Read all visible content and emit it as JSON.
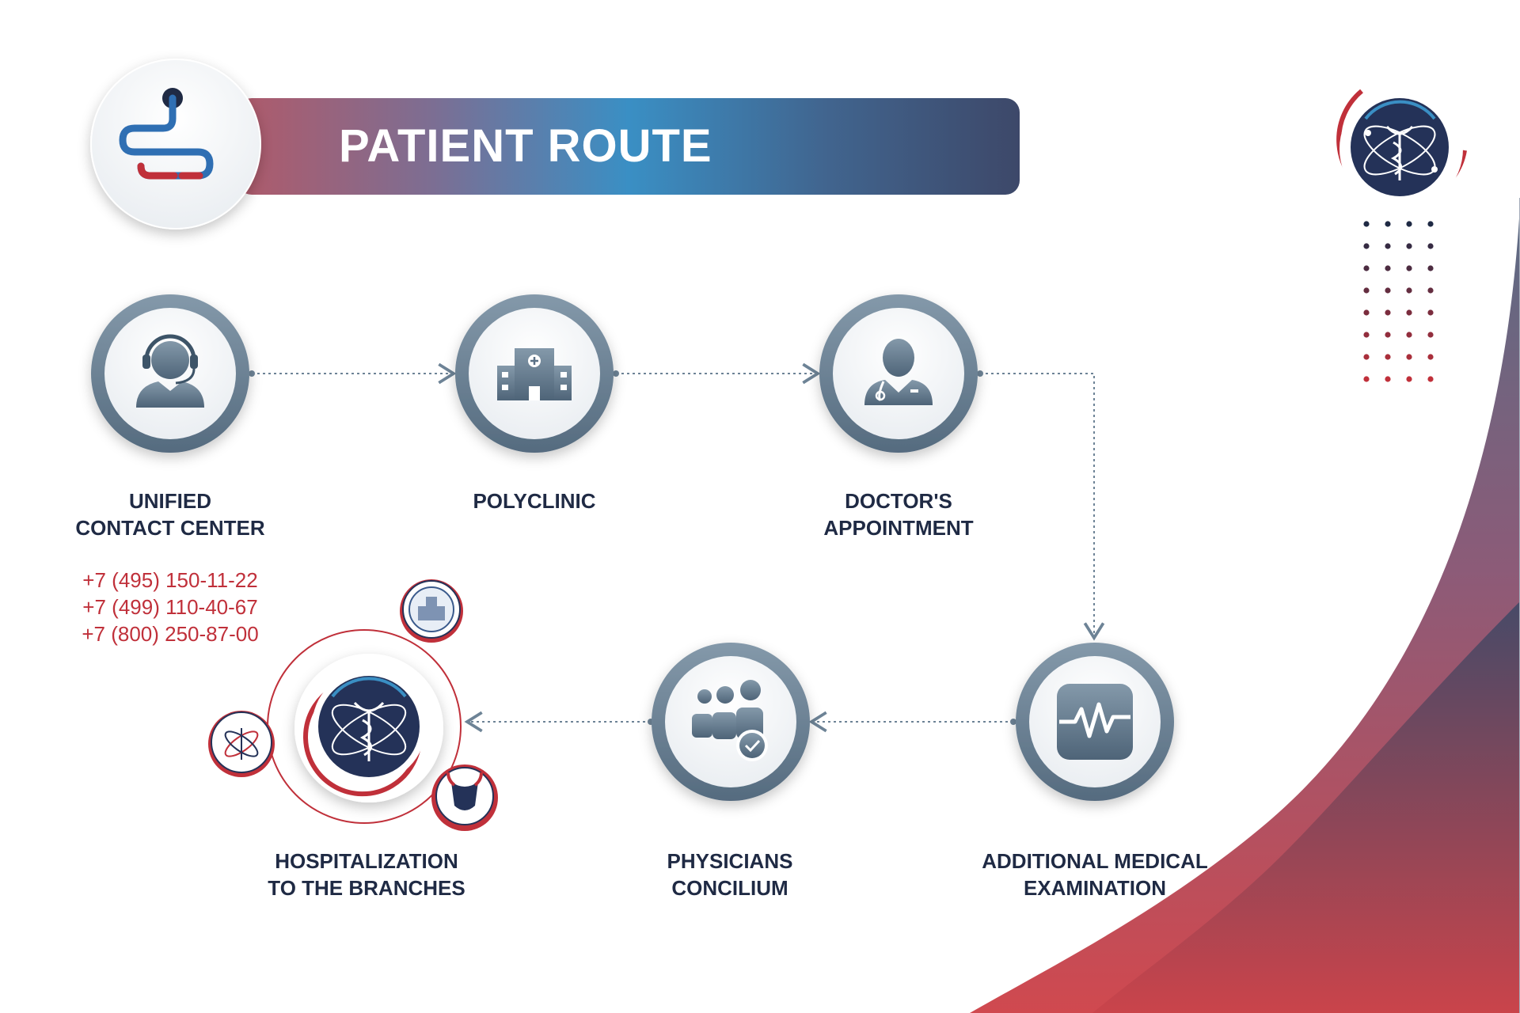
{
  "header": {
    "title": "PATIENT ROUTE",
    "route_icon": "route-path-icon"
  },
  "steps": [
    {
      "lines": [
        "UNIFIED",
        "CONTACT CENTER"
      ],
      "icon": "headset-operator-icon"
    },
    {
      "lines": [
        "POLYCLINIC"
      ],
      "icon": "hospital-building-icon"
    },
    {
      "lines": [
        "DOCTOR'S",
        "APPOINTMENT"
      ],
      "icon": "doctor-stethoscope-icon"
    },
    {
      "lines": [
        "ADDITIONAL MEDICAL",
        "EXAMINATION"
      ],
      "icon": "heart-monitor-icon"
    },
    {
      "lines": [
        "PHYSICIANS",
        "CONCILIUM"
      ],
      "icon": "group-checkmark-icon"
    },
    {
      "lines": [
        "HOSPITALIZATION",
        "TO THE BRANCHES"
      ],
      "icon": "hospital-emblem-icon"
    }
  ],
  "contact": {
    "phones": [
      "+7 (495) 150-11-22",
      "+7 (499) 110-40-67",
      "+7 (800) 250-87-00"
    ]
  },
  "colors": {
    "navy": "#1f2a44",
    "accent_red": "#c0303a",
    "ring_gray": "#6d8396",
    "title_gradient": [
      "#b05a6a",
      "#3a8fc4",
      "#3d4869"
    ]
  }
}
